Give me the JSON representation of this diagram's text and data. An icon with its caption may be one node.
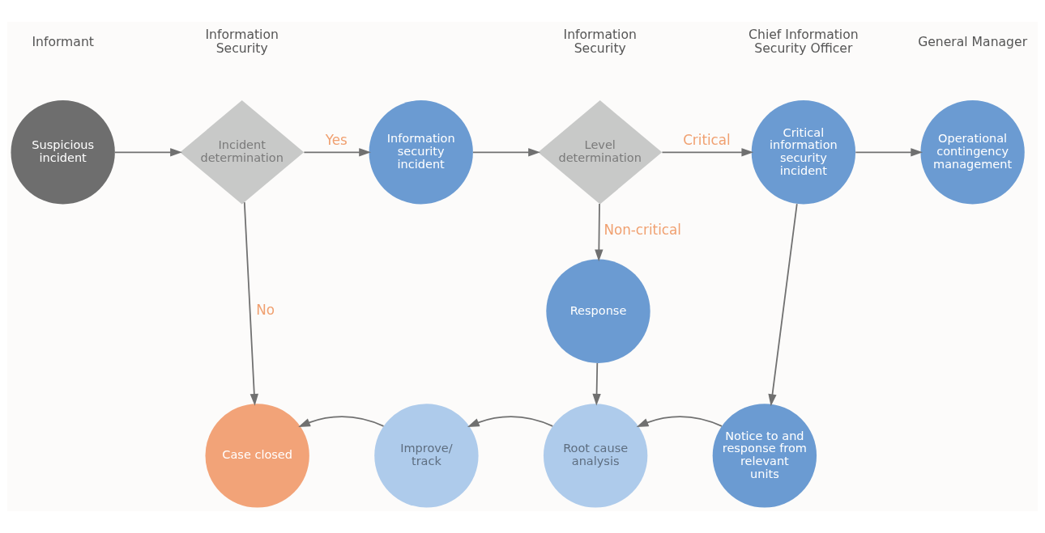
{
  "diagram": {
    "nodes": [
      {
        "text": [
          "Suspicious incident"
        ]
      },
      {
        "text": [
          "Incident determination"
        ]
      },
      {
        "text": [
          "Information security incident"
        ]
      },
      {
        "text": [
          "Level determination"
        ]
      },
      {
        "text": [
          "Critical information security incident"
        ]
      },
      {
        "text": [
          "Operational contingency management"
        ]
      },
      {
        "text": [
          "Response"
        ]
      },
      {
        "text": [
          "Case closed"
        ]
      },
      {
        "text": [
          "Improve/ track"
        ]
      },
      {
        "text": [
          "Root cause analysis"
        ]
      },
      {
        "text": [
          "Notice to and response from relevant units"
        ]
      }
    ],
    "edges": [
      {
        "from": 0,
        "to": 1,
        "arrow": "to"
      },
      {
        "from": 1,
        "to": 2,
        "arrow": "to",
        "label": "Yes"
      },
      {
        "from": 2,
        "to": 3,
        "arrow": "to"
      },
      {
        "from": 3,
        "to": 4,
        "arrow": "to",
        "label": "Critical"
      },
      {
        "from": 4,
        "to": 5,
        "arrow": "to"
      },
      {
        "from": 3,
        "to": 6,
        "arrow": "to",
        "label": "Non-critical"
      },
      {
        "from": 1,
        "to": 7,
        "arrow": "to",
        "label": "No"
      },
      {
        "from": 6,
        "to": 9,
        "arrow": "to"
      },
      {
        "from": 4,
        "to": 10,
        "arrow": "to"
      },
      {
        "from": 10,
        "to": 9,
        "arrow": "to"
      },
      {
        "from": 9,
        "to": 8,
        "arrow": "to"
      },
      {
        "from": 8,
        "to": 7,
        "arrow": "to"
      }
    ],
    "labels": [
      "Informant",
      "Information Security",
      "Information Security",
      "Chief Information Security Officer",
      "General Manager"
    ]
  }
}
